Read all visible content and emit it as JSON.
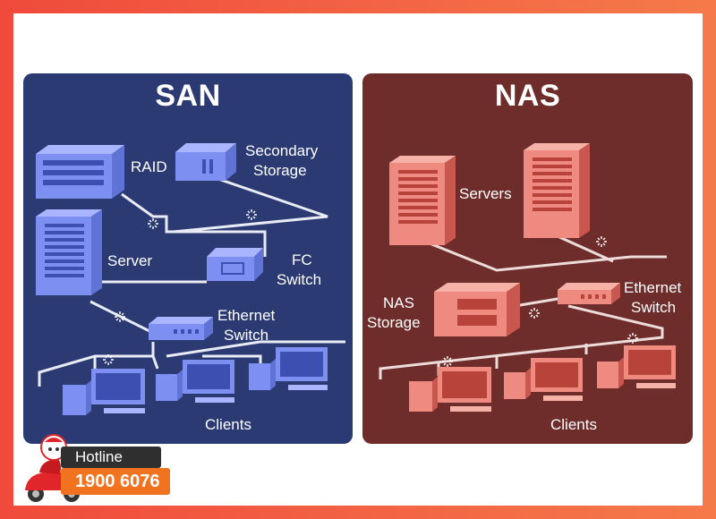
{
  "san": {
    "title": "SAN",
    "raid_label": "RAID",
    "secondary_storage_label_1": "Secondary",
    "secondary_storage_label_2": "Storage",
    "server_label": "Server",
    "fc_switch_label_1": "FC",
    "fc_switch_label_2": "Switch",
    "ethernet_switch_label_1": "Ethernet",
    "ethernet_switch_label_2": "Switch",
    "clients_label": "Clients"
  },
  "nas": {
    "title": "NAS",
    "servers_label": "Servers",
    "nas_storage_label_1": "NAS",
    "nas_storage_label_2": "Storage",
    "ethernet_switch_label_1": "Ethernet",
    "ethernet_switch_label_2": "Switch",
    "clients_label": "Clients"
  },
  "hotline": {
    "label": "Hotline",
    "number": "1900 6076"
  },
  "colors": {
    "san_bg": "#2b3a73",
    "san_device": "#7d8ff0",
    "nas_bg": "#6e2d2a",
    "nas_device": "#ee8a80",
    "link": "#e9ecf5",
    "hotline_orange": "#f1731f"
  }
}
